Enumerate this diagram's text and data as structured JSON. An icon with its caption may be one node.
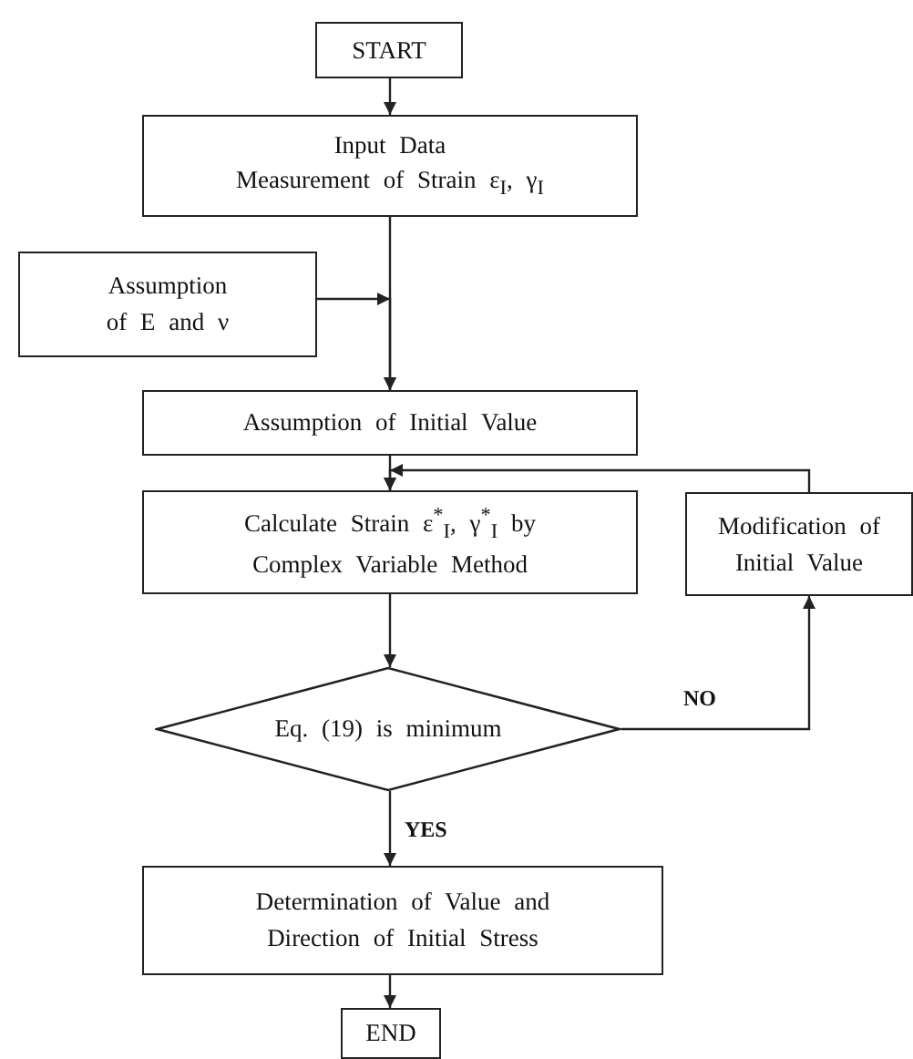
{
  "diagram": {
    "nodes": [
      {
        "text": [
          "START"
        ]
      },
      {
        "text": [
          "Input Data",
          "Measurement of Strain ε$_{I}$, γ$_{I}$"
        ]
      },
      {
        "text": [
          "Assumption of E and ν"
        ]
      },
      {
        "text": [
          "Assumption of Initial Value"
        ]
      },
      {
        "text": [
          "Calculate Strain ε$^{*}$$_{I}$, γ$^{*}$$_{I}$ by Complex Variable Method"
        ]
      },
      {
        "text": [
          "Modification of Initial Value"
        ]
      },
      {
        "text": [
          "Eq. (19) is minimum"
        ]
      },
      {
        "text": [
          "Determination of Value and Direction of Initial Stress"
        ]
      },
      {
        "text": [
          "END"
        ]
      }
    ],
    "edges": [
      {
        "from": 0,
        "to": 1,
        "arrow": "to"
      },
      {
        "from": 1,
        "to": 3,
        "arrow": "to"
      },
      {
        "from": 2,
        "to": 3,
        "arrow": "to"
      },
      {
        "from": 3,
        "to": 4,
        "arrow": "to"
      },
      {
        "from": 4,
        "to": 6,
        "arrow": "to"
      },
      {
        "from": 6,
        "to": 5,
        "arrow": "to",
        "label": "NO"
      },
      {
        "from": 5,
        "to": 4,
        "arrow": "to"
      },
      {
        "from": 6,
        "to": 7,
        "arrow": "to",
        "label": "YES"
      },
      {
        "from": 7,
        "to": 8,
        "arrow": "to"
      }
    ]
  }
}
